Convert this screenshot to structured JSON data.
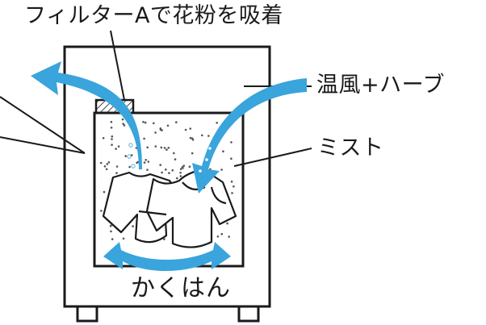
{
  "labels": {
    "filter": "フィルターAで花粉を吸着",
    "warm_air": "温風+ハーブ",
    "mist": "ミスト",
    "stir": "かくはん"
  },
  "colors": {
    "arrow": "#3aa4dc",
    "line": "#1a1a1a",
    "background": "#ffffff"
  },
  "icons": {
    "exhaust_arrow": "curved-arrow-up-left",
    "inflow_arrow": "curved-arrow-down-left",
    "stir_arrow": "double-headed-curved-arrow"
  }
}
